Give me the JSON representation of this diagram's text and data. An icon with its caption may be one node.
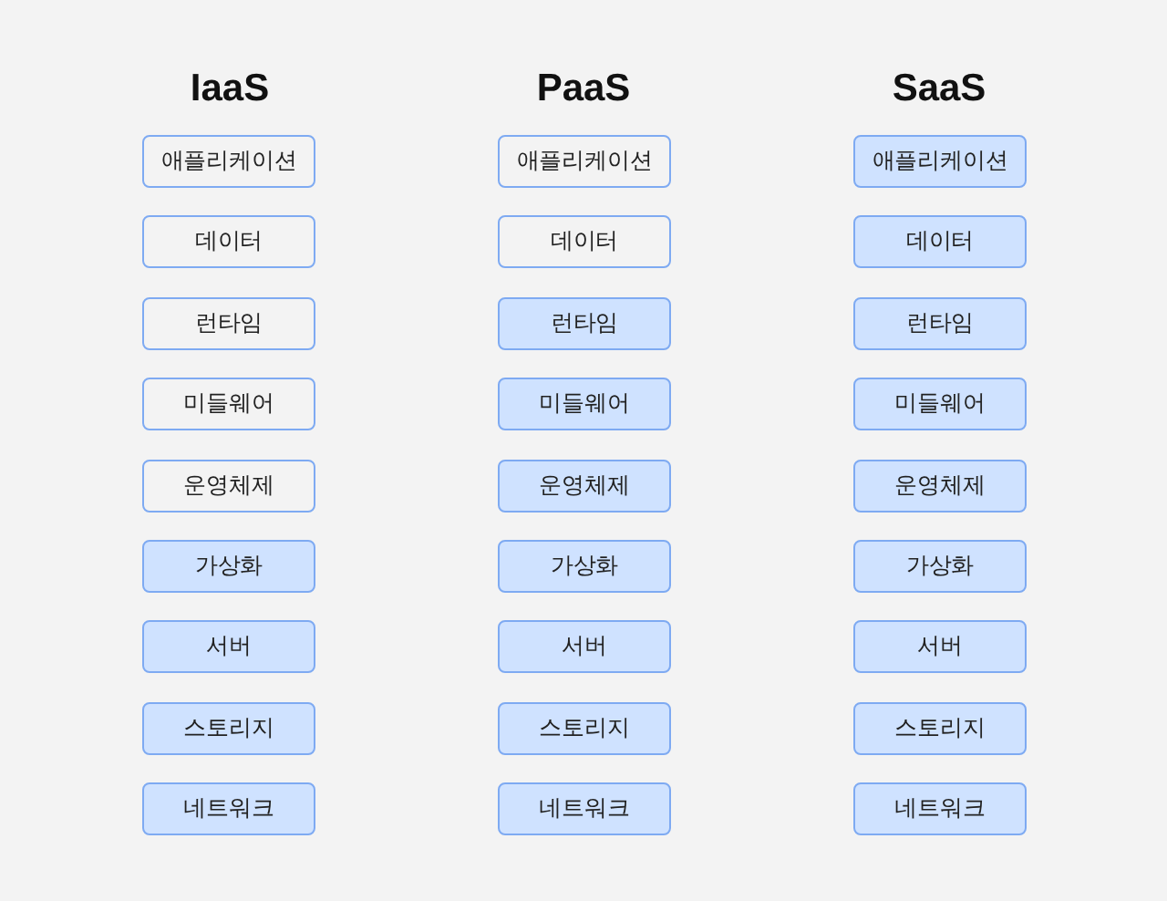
{
  "diagram": {
    "nodes": [
      {
        "text": [
          "애플리케이션"
        ]
      },
      {
        "text": [
          "데이터"
        ]
      },
      {
        "text": [
          "런타임"
        ]
      },
      {
        "text": [
          "미들웨어"
        ]
      },
      {
        "text": [
          "운영체제"
        ]
      },
      {
        "text": [
          "가상화"
        ]
      },
      {
        "text": [
          "서버"
        ]
      },
      {
        "text": [
          "스토리지"
        ]
      },
      {
        "text": [
          "네트워크"
        ]
      },
      {
        "text": [
          "애플리케이션"
        ]
      },
      {
        "text": [
          "데이터"
        ]
      },
      {
        "text": [
          "런타임"
        ]
      },
      {
        "text": [
          "미들웨어"
        ]
      },
      {
        "text": [
          "운영체제"
        ]
      },
      {
        "text": [
          "가상화"
        ]
      },
      {
        "text": [
          "서버"
        ]
      },
      {
        "text": [
          "스토리지"
        ]
      },
      {
        "text": [
          "네트워크"
        ]
      },
      {
        "text": [
          "애플리케이션"
        ]
      },
      {
        "text": [
          "데이터"
        ]
      },
      {
        "text": [
          "런타임"
        ]
      },
      {
        "text": [
          "미들웨어"
        ]
      },
      {
        "text": [
          "운영체제"
        ]
      },
      {
        "text": [
          "가상화"
        ]
      },
      {
        "text": [
          "서버"
        ]
      },
      {
        "text": [
          "스토리지"
        ]
      },
      {
        "text": [
          "네트워크"
        ]
      }
    ],
    "labels": [
      "IaaS",
      "PaaS",
      "SaaS"
    ]
  }
}
